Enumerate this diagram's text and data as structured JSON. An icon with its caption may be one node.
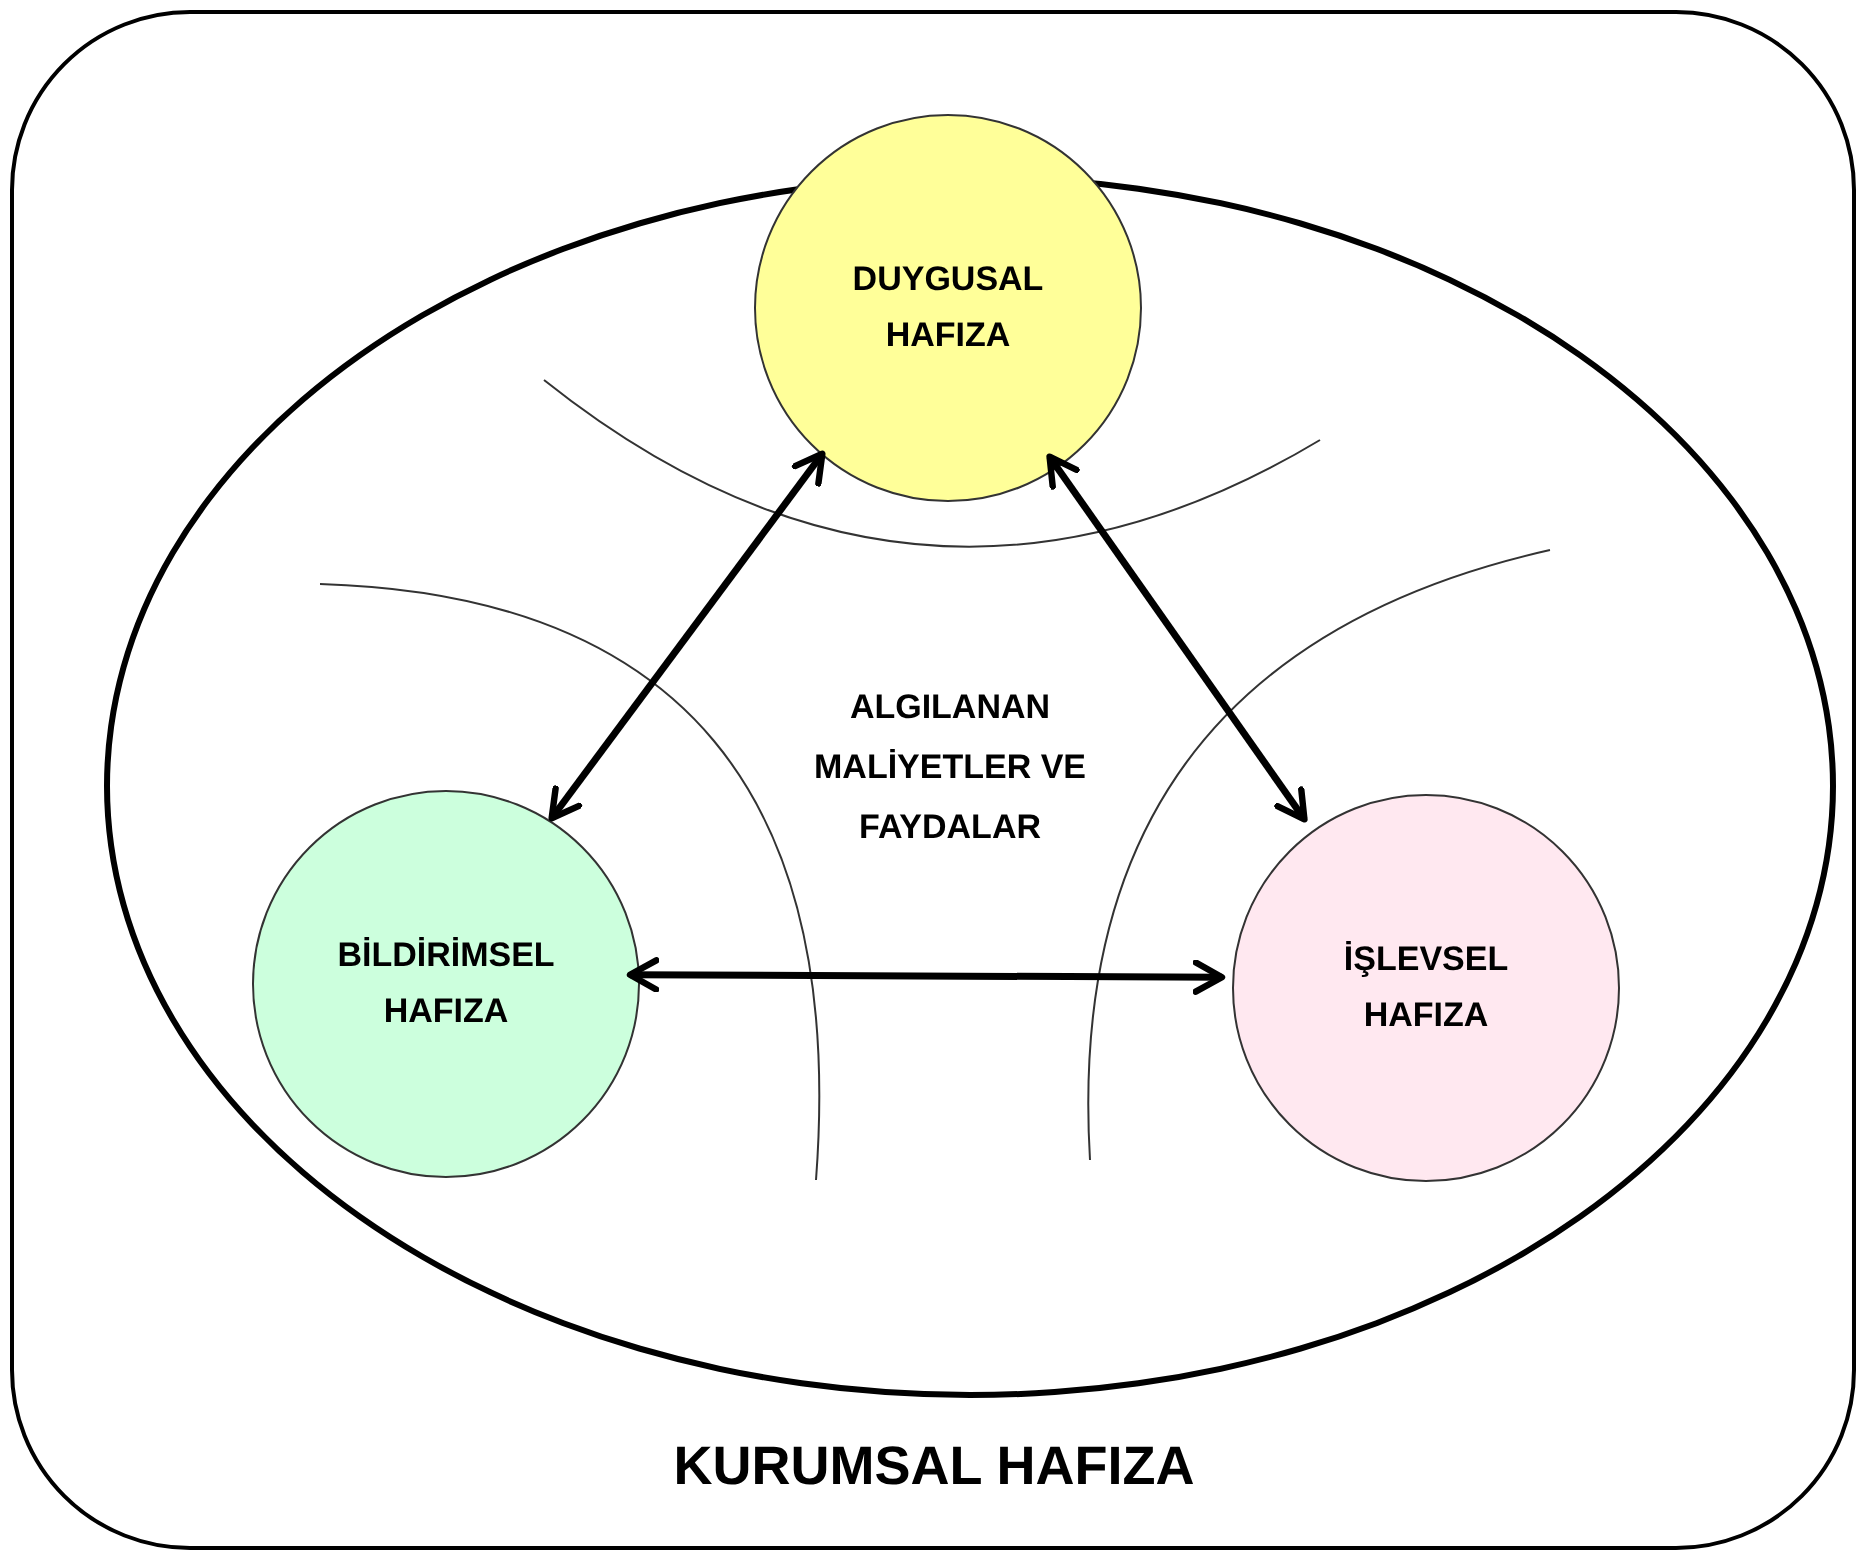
{
  "diagram": {
    "nodes": [
      {
        "text": [
          "KURUMSAL HAFIZA"
        ]
      },
      {
        "text": [
          "ALGILANAN MALİYETLER VE FAYDALAR"
        ],
        "in": 0
      },
      {
        "text": [
          "DUYGUSAL HAFIZA"
        ],
        "in": 1
      },
      {
        "text": [
          "BİLDİRİMSEL HAFIZA"
        ],
        "in": 1
      },
      {
        "text": [
          "İŞLEVSEL HAFIZA"
        ],
        "in": 1
      }
    ],
    "edges": [
      {
        "from": 2,
        "to": 3,
        "arrow": "both"
      },
      {
        "from": 2,
        "to": 4,
        "arrow": "both"
      },
      {
        "from": 3,
        "to": 4,
        "arrow": "both"
      }
    ]
  }
}
